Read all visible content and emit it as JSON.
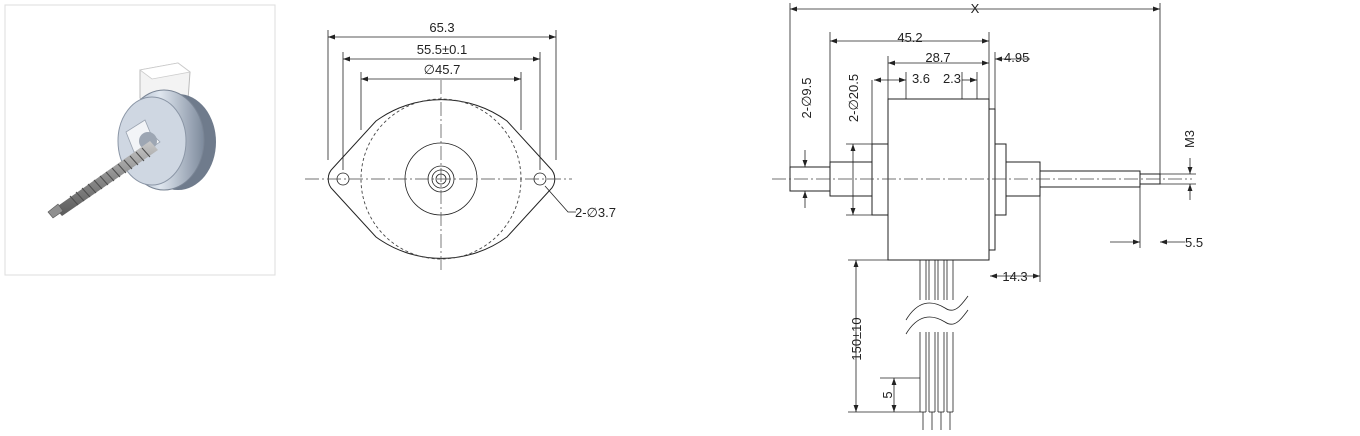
{
  "front_view": {
    "overall_width": "65.3",
    "hole_spacing": "55.5±0.1",
    "body_diameter": "∅45.7",
    "mount_holes": "2-∅3.7"
  },
  "side_view": {
    "total_length": "X",
    "shaft_to_body": "45.2",
    "body_length": "28.7",
    "boss_width": "4.95",
    "flange_gap": "3.6",
    "end_gap": "2.3",
    "small_boss_dia": "2-∅9.5",
    "large_boss_dia": "2-∅20.5",
    "thread": "M3",
    "thread_length": "5.5",
    "rear_offset": "14.3",
    "lead_length": "150±10",
    "lead_pitch": "5"
  }
}
